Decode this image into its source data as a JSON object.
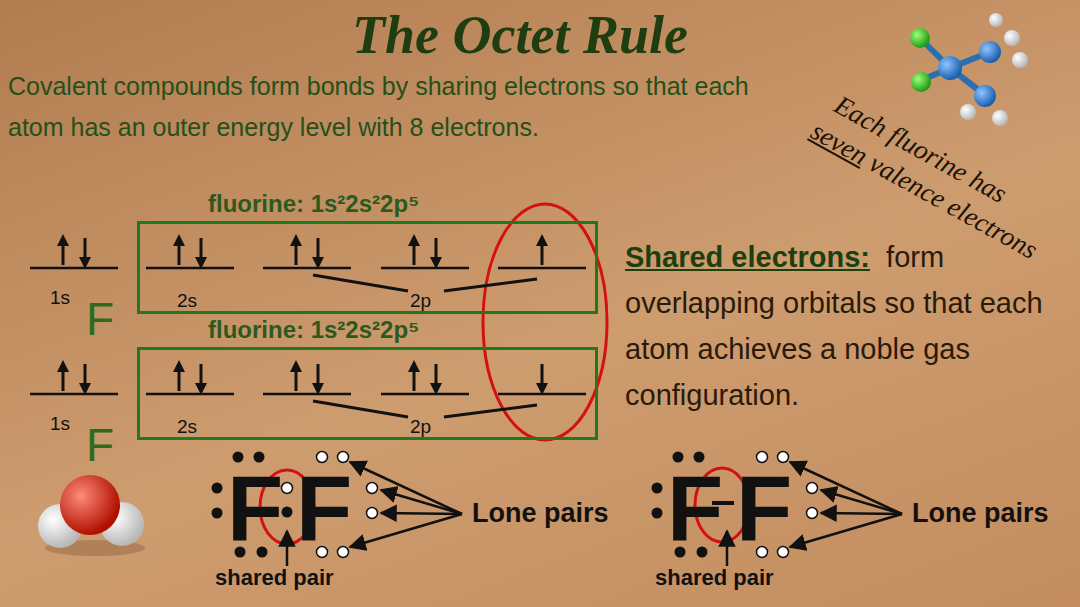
{
  "diagram": {
    "title": "The Octet Rule",
    "nodes": [
      {
        "text": [
          "fluorine: 1s²2s²2p⁵",
          "2s",
          "2p"
        ]
      },
      {
        "text": [
          "fluorine: 1s²2s²2p⁵",
          "2s",
          "2p"
        ]
      }
    ],
    "labels": [
      "Covalent compounds form bonds by sharing electrons so that each atom has an outer energy level with 8 electrons.",
      "Each fluorine has",
      "seven",
      "valence electrons",
      "1s",
      "F",
      "1s",
      "F",
      "Shared electrons:",
      "form overlapping orbitals so that each atom achieves a noble gas configuration.",
      "F",
      "F",
      "Lone pairs",
      "shared pair",
      "F",
      "F",
      "Lone pairs",
      "shared pair"
    ]
  }
}
